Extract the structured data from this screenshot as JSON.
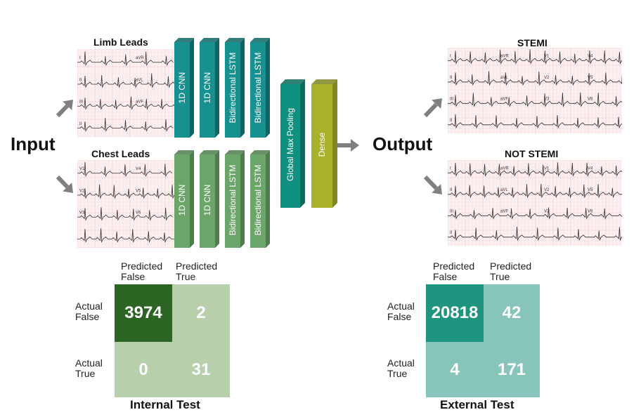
{
  "input_label": "Input",
  "output_label": "Output",
  "limb_title": "Limb Leads",
  "chest_title": "Chest Leads",
  "stemi_title": "STEMI",
  "not_stemi_title": "NOT STEMI",
  "limb_leads": [
    "I",
    "aVR",
    "II",
    "aVL",
    "III",
    "aVF",
    "II"
  ],
  "chest_leads": [
    "V1",
    "V4",
    "V2",
    "V5",
    "V3",
    "V6"
  ],
  "stemi_leads": [
    "I",
    "aVR",
    "V1",
    "V4",
    "II",
    "aVL",
    "V2",
    "V5",
    "III",
    "aVF",
    "V3",
    "V6",
    "II"
  ],
  "not_stemi_leads": [
    "I",
    "aVR",
    "V1",
    "V4",
    "II",
    "aVL",
    "V2",
    "V5",
    "III",
    "aVF",
    "V3",
    "V6",
    "II"
  ],
  "limb_branch_layers": [
    "1D CNN",
    "1D CNN",
    "Bidirectional LSTM",
    "Bidirectional LSTM"
  ],
  "chest_branch_layers": [
    "1D CNN",
    "1D CNN",
    "Bidirectional LSTM",
    "Bidirectional LSTM"
  ],
  "merge_layers": [
    "Global Max Pooling",
    "Dense"
  ],
  "colors": {
    "teal": "#17918f",
    "teal_side": "#0e6664",
    "green": "#6ca56a",
    "green_side": "#4d7d4b",
    "pool": "#109080",
    "pool_side": "#0b6a5d",
    "dense": "#a9b22a",
    "dense_side": "#7f8620",
    "arrow": "#808080",
    "internal_dark": "#2c6424",
    "internal_light": "#b7cfaa",
    "external_dark": "#1f9580",
    "external_light": "#87c4b9"
  },
  "internal_matrix": {
    "col_headers": [
      [
        "Predicted",
        "False"
      ],
      [
        "Predicted",
        "True"
      ]
    ],
    "row_headers": [
      [
        "Actual",
        "False"
      ],
      [
        "Actual",
        "True"
      ]
    ],
    "cells": [
      [
        "3974",
        "2"
      ],
      [
        "0",
        "31"
      ]
    ],
    "caption": "Internal Test"
  },
  "external_matrix": {
    "col_headers": [
      [
        "Predicted",
        "False"
      ],
      [
        "Predicted",
        "True"
      ]
    ],
    "row_headers": [
      [
        "Actual",
        "False"
      ],
      [
        "Actual",
        "True"
      ]
    ],
    "cells": [
      [
        "20818",
        "42"
      ],
      [
        "4",
        "171"
      ]
    ],
    "caption": "External Test"
  }
}
